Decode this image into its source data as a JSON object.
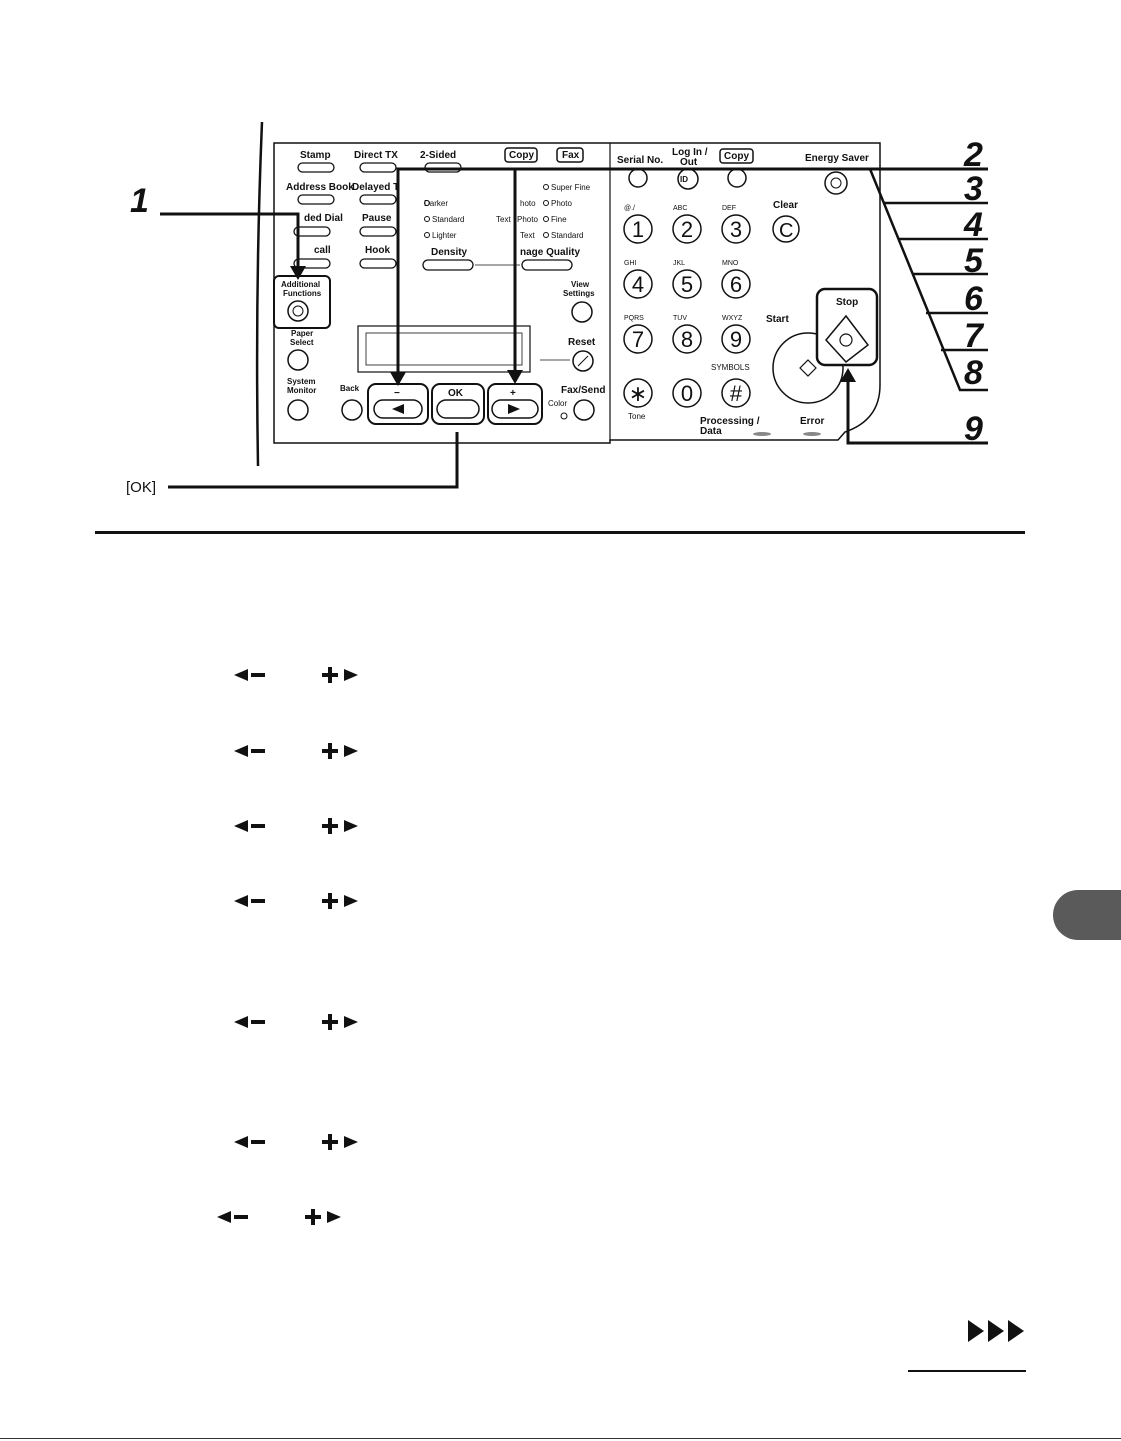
{
  "callouts": {
    "n1": "1",
    "n2": "2",
    "n3": "3",
    "n4": "4",
    "n5": "5",
    "n6": "6",
    "n7": "7",
    "n8": "8",
    "n9": "9",
    "ok_label": "[OK]"
  },
  "panel": {
    "left_buttons": {
      "stamp": "Stamp",
      "direct_tx": "Direct TX",
      "two_sided": "2-Sided",
      "copy_tag_1": "Copy",
      "fax_tag": "Fax",
      "address_book": "Address Book",
      "delayed": "Delayed T",
      "coded_dial": "ded Dial",
      "pause": "Pause",
      "recall": "call",
      "hook": "Hook",
      "additional_1": "Additional",
      "additional_2": "Functions",
      "paper_1": "Paper",
      "paper_2": "Select",
      "system_1": "System",
      "system_2": "Monitor",
      "back": "Back",
      "view_1": "View",
      "view_2": "Settings",
      "reset": "Reset",
      "fax_send": "Fax/Send",
      "color": "Color",
      "ok": "OK",
      "minus": "−",
      "plus": "+",
      "density": "Density",
      "image_quality": "nage Quality",
      "darker": "Darker",
      "standard_d": "Standard",
      "lighter": "Lighter",
      "super_fine": "Super Fine",
      "photo_a": "hoto",
      "photo_b": "Photo",
      "text_photo_a": "Text",
      "text_photo_b": "Photo",
      "fine": "Fine",
      "text_a": "Text",
      "standard_q": "Standard"
    },
    "right_buttons": {
      "serial": "Serial No.",
      "login_1": "Log In /",
      "login_2": "Out",
      "copy_tag_2": "Copy",
      "energy_saver": "Energy Saver",
      "id": "ID",
      "clear": "Clear",
      "clear_key": "C",
      "start": "Start",
      "stop": "Stop",
      "tone": "Tone",
      "symbols": "SYMBOLS",
      "processing_1": "Processing /",
      "processing_2": "Data",
      "error": "Error",
      "keys": [
        {
          "digit": "1",
          "sub": "@./"
        },
        {
          "digit": "2",
          "sub": "ABC"
        },
        {
          "digit": "3",
          "sub": "DEF"
        },
        {
          "digit": "4",
          "sub": "GHI"
        },
        {
          "digit": "5",
          "sub": "JKL"
        },
        {
          "digit": "6",
          "sub": "MNO"
        },
        {
          "digit": "7",
          "sub": "PQRS"
        },
        {
          "digit": "8",
          "sub": "TUV"
        },
        {
          "digit": "9",
          "sub": "WXYZ"
        },
        {
          "digit": "∗",
          "sub": ""
        },
        {
          "digit": "0",
          "sub": ""
        },
        {
          "digit": "#",
          "sub": ""
        }
      ]
    }
  },
  "colors": {
    "ink": "#111111",
    "tab": "#5a5a5a",
    "panel_face": "#f4f4f4"
  }
}
